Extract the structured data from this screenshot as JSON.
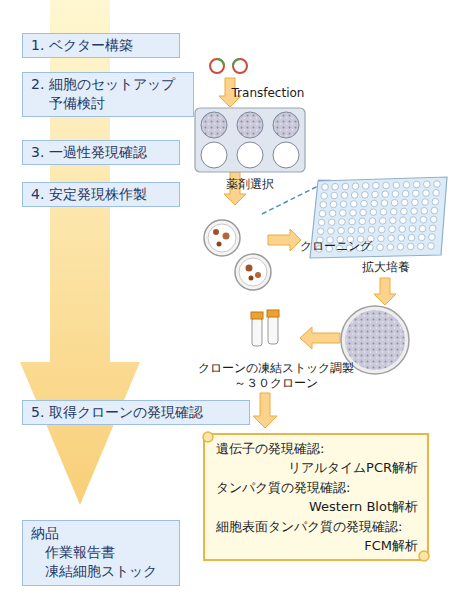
{
  "diagram": {
    "nodes": [
      {
        "text": [
          "1. ベクター構築"
        ]
      },
      {
        "text": [
          "2. 細胞のセットアップ 予備検討"
        ]
      },
      {
        "text": [
          "3. 一過性発現確認"
        ]
      },
      {
        "text": [
          "4. 安定発現株作製"
        ]
      },
      {
        "text": [
          "5. 取得クローンの発現確認"
        ]
      },
      {
        "text": [
          "遺伝子の発現確認:",
          "リアルタイムPCR解析",
          "タンパク質の発現確認:",
          "Western Blot解析",
          "細胞表面タンパク質の発現確認:",
          "FCM解析"
        ]
      },
      {
        "text": [
          "納品",
          "作業報告書 凍結細胞ストック"
        ]
      }
    ],
    "labels": [
      "Transfection",
      "薬剤選択",
      "クローニング",
      "拡大培養",
      "クローンの凍結ストック調製",
      "～３０クローン"
    ]
  }
}
